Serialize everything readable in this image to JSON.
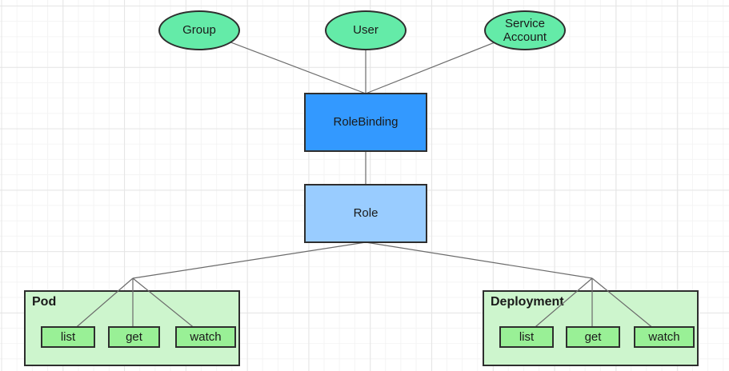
{
  "colors": {
    "subject-fill": "#64eba8",
    "binding-fill": "#3399ff",
    "role-fill": "#99ccff",
    "container-fill": "#cdf5cd",
    "verb-fill": "#99f096",
    "node-stroke": "#2e2e2e",
    "edge-stroke": "#6b6b6b",
    "text": "#1a1a1a"
  },
  "diagram": {
    "subjects": [
      {
        "label": "Group"
      },
      {
        "label": "User"
      },
      {
        "label": "Service Account"
      }
    ],
    "binding": {
      "label": "RoleBinding"
    },
    "role": {
      "label": "Role"
    },
    "resources": [
      {
        "title": "Pod",
        "verbs": [
          "list",
          "get",
          "watch"
        ]
      },
      {
        "title": "Deployment",
        "verbs": [
          "list",
          "get",
          "watch"
        ]
      }
    ]
  }
}
